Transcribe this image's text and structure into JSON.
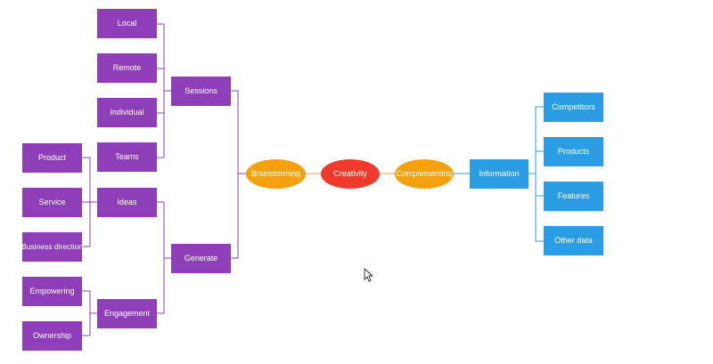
{
  "colors": {
    "purple": "#8e3fb8",
    "blue": "#2a9de4",
    "orange": "#f5a00f",
    "red": "#ee3b2c"
  },
  "mindmap": {
    "center": "Creativity",
    "left_hub": "Brainstorming",
    "right_hub": "Complementing",
    "information": "Information",
    "sessions": "Sessions",
    "generate": "Generate",
    "session_children": [
      "Local",
      "Remote",
      "Individual",
      "Teams"
    ],
    "generate_children": [
      "Ideas",
      "Engagement"
    ],
    "ideas_children": [
      "Product",
      "Service",
      "Business direction"
    ],
    "engagement_children": [
      "Empowering",
      "Ownership"
    ],
    "information_children": [
      "Competitors",
      "Products",
      "Features",
      "Other data"
    ]
  },
  "cursor_icon": "mouse-pointer-icon"
}
